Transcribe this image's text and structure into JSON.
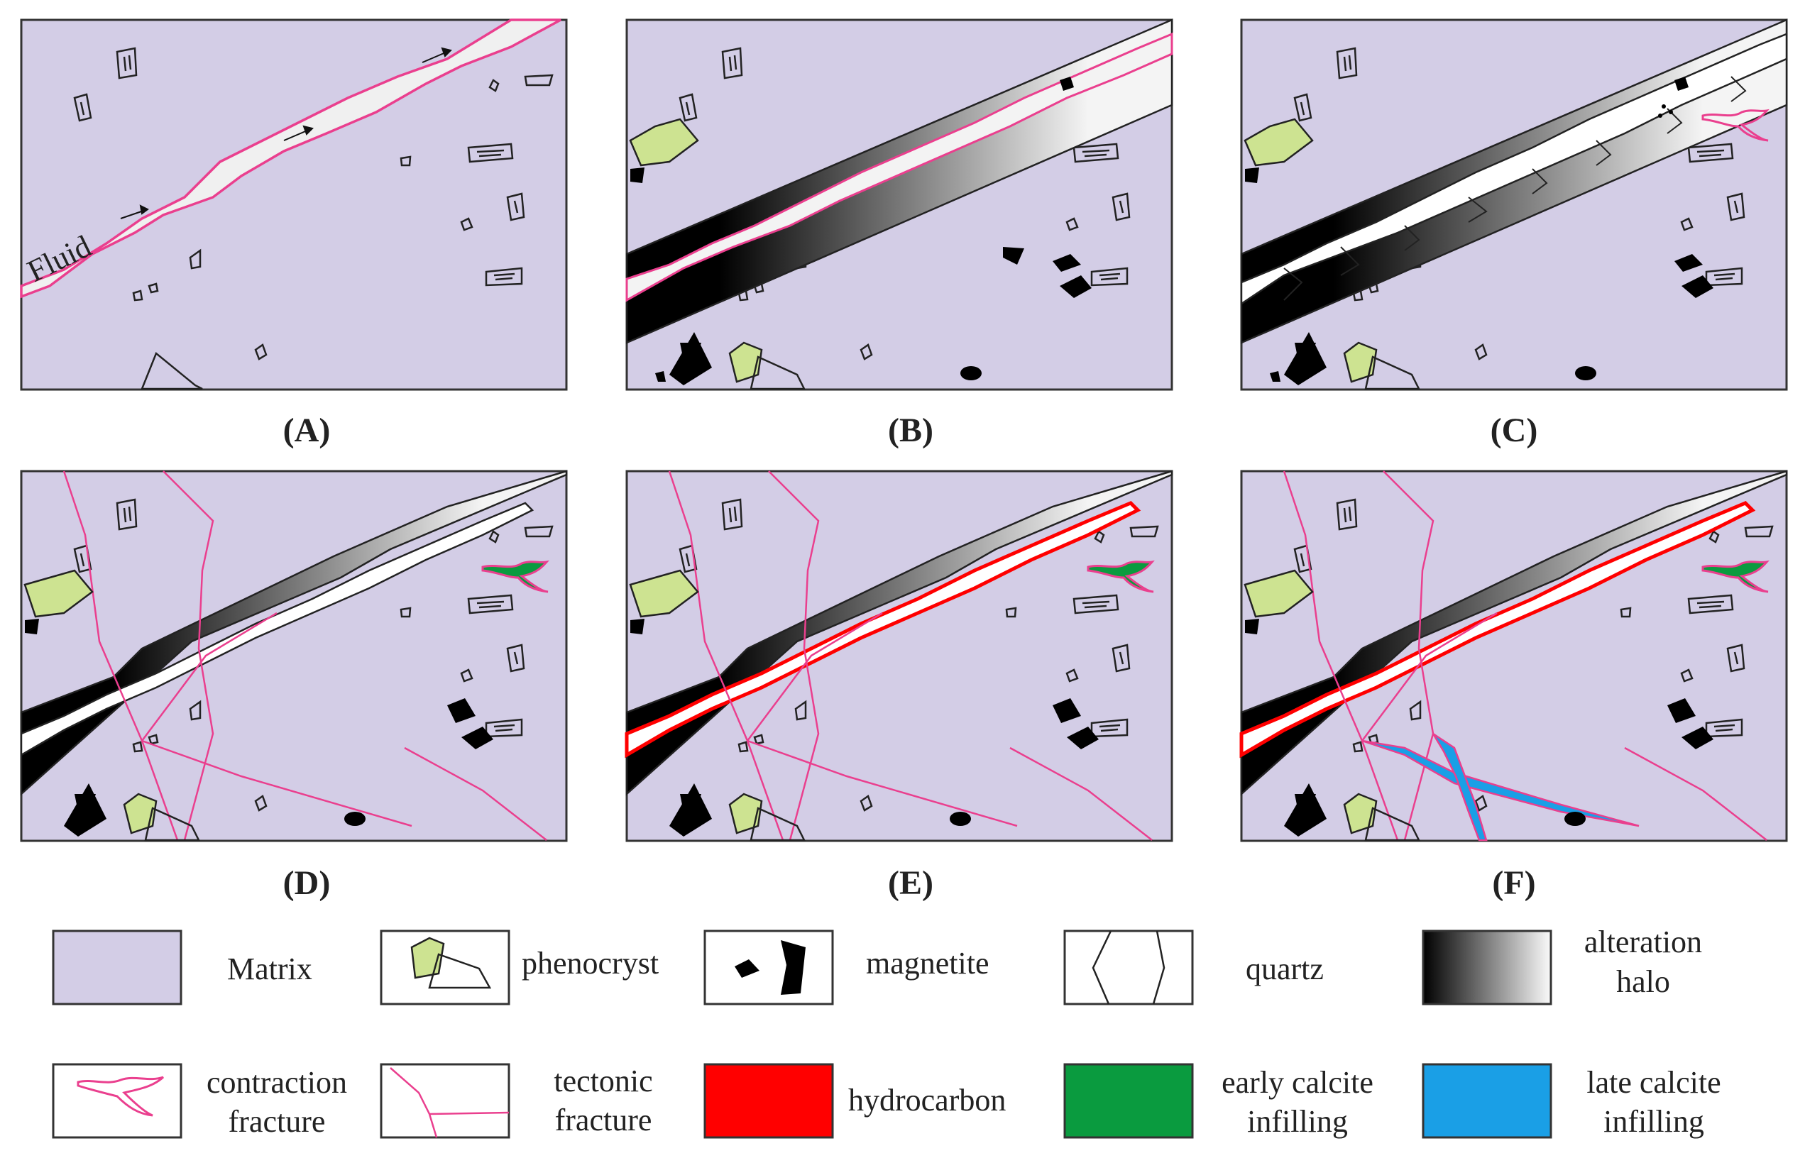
{
  "figure": {
    "panels": [
      {
        "id": "A",
        "label": "(A)"
      },
      {
        "id": "B",
        "label": "(B)"
      },
      {
        "id": "C",
        "label": "(C)"
      },
      {
        "id": "D",
        "label": "(D)"
      },
      {
        "id": "E",
        "label": "(E)"
      },
      {
        "id": "F",
        "label": "(F)"
      }
    ],
    "fluid_label": "Fluid",
    "legend": [
      {
        "key": "matrix",
        "lines": [
          "Matrix"
        ]
      },
      {
        "key": "phenocryst",
        "lines": [
          "phenocryst"
        ]
      },
      {
        "key": "magnetite",
        "lines": [
          "magnetite"
        ]
      },
      {
        "key": "quartz",
        "lines": [
          "quartz"
        ]
      },
      {
        "key": "alteration",
        "lines": [
          "alteration",
          "halo"
        ]
      },
      {
        "key": "contraction",
        "lines": [
          "contraction",
          "fracture"
        ]
      },
      {
        "key": "tectonic",
        "lines": [
          "tectonic",
          "fracture"
        ]
      },
      {
        "key": "hydrocarbon",
        "lines": [
          "hydrocarbon"
        ]
      },
      {
        "key": "early_calcite",
        "lines": [
          "early calcite",
          "infilling"
        ]
      },
      {
        "key": "late_calcite",
        "lines": [
          "late calcite",
          "infilling"
        ]
      }
    ],
    "colors": {
      "matrix": "#d3cde6",
      "phenocryst": "#cde391",
      "fracture": "#ea3f8e",
      "hydrocarbon": "#ff0000",
      "early_calcite": "#0a9b3f",
      "late_calcite": "#1a9fe6",
      "magnetite": "#000000"
    }
  }
}
